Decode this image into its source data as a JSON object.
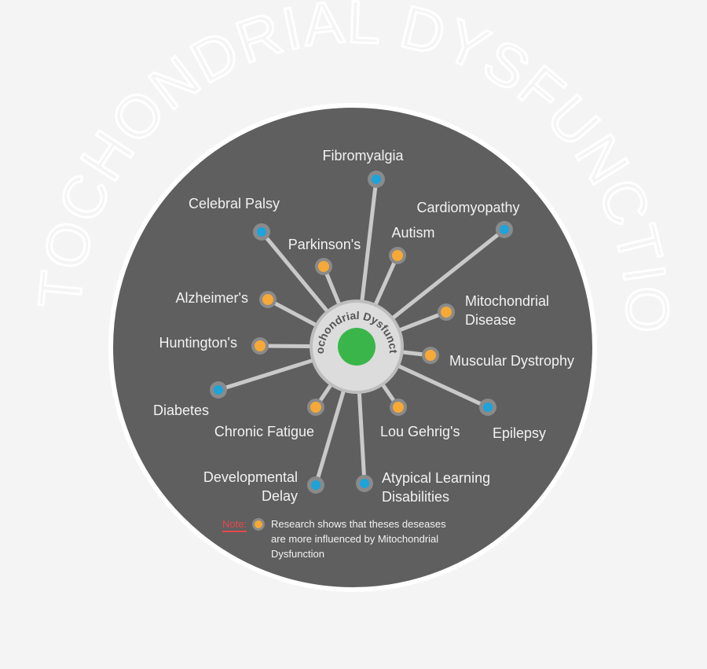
{
  "outer_title": "MITOCHONDRIAL DYSFUNCTION",
  "center_label": "Mitochondrial Dysfunction",
  "colors": {
    "page_bg": "#f4f4f4",
    "disc": "#5f5f5f",
    "disc_border": "#ffffff",
    "spoke": "#c9c9c9",
    "marker_ring": "#8a8a8a",
    "orange": "#f6a936",
    "blue": "#1ea3db",
    "center_green": "#3ab54a",
    "label_text": "#f2f2f2",
    "note_red": "#e5484d",
    "outer_title": "#ffffff"
  },
  "nodes": [
    {
      "label": "Fibromyalgia",
      "color": "blue"
    },
    {
      "label": "Celebral Palsy",
      "color": "blue"
    },
    {
      "label": "Parkinson's",
      "color": "orange"
    },
    {
      "label": "Autism",
      "color": "orange"
    },
    {
      "label": "Cardiomyopathy",
      "color": "blue"
    },
    {
      "label": "Alzheimer's",
      "color": "orange"
    },
    {
      "label": "Mitochondrial\nDisease",
      "color": "orange"
    },
    {
      "label": "Huntington's",
      "color": "orange"
    },
    {
      "label": "Muscular Dystrophy",
      "color": "orange"
    },
    {
      "label": "Diabetes",
      "color": "blue"
    },
    {
      "label": "Chronic Fatigue",
      "color": "orange"
    },
    {
      "label": "Lou Gehrig's",
      "color": "orange"
    },
    {
      "label": "Epilepsy",
      "color": "blue"
    },
    {
      "label": "Developmental\nDelay",
      "color": "blue"
    },
    {
      "label": "Atypical Learning\nDisabilities",
      "color": "blue"
    }
  ],
  "note": {
    "label": "Note:",
    "text": "Research shows that theses deseases\nare more influenced by Mitochondrial\nDysfunction",
    "marker_color": "orange"
  }
}
